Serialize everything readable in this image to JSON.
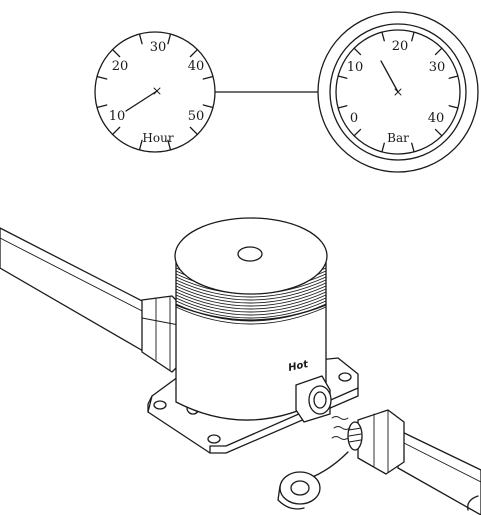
{
  "timer_dial": {
    "unit": "Hour",
    "scale": [
      "10",
      "20",
      "30",
      "40",
      "50"
    ]
  },
  "pressure_gauge": {
    "unit": "Bar",
    "scale": [
      "0",
      "10",
      "20",
      "30",
      "40"
    ]
  },
  "valve": {
    "marking": "Hot"
  }
}
